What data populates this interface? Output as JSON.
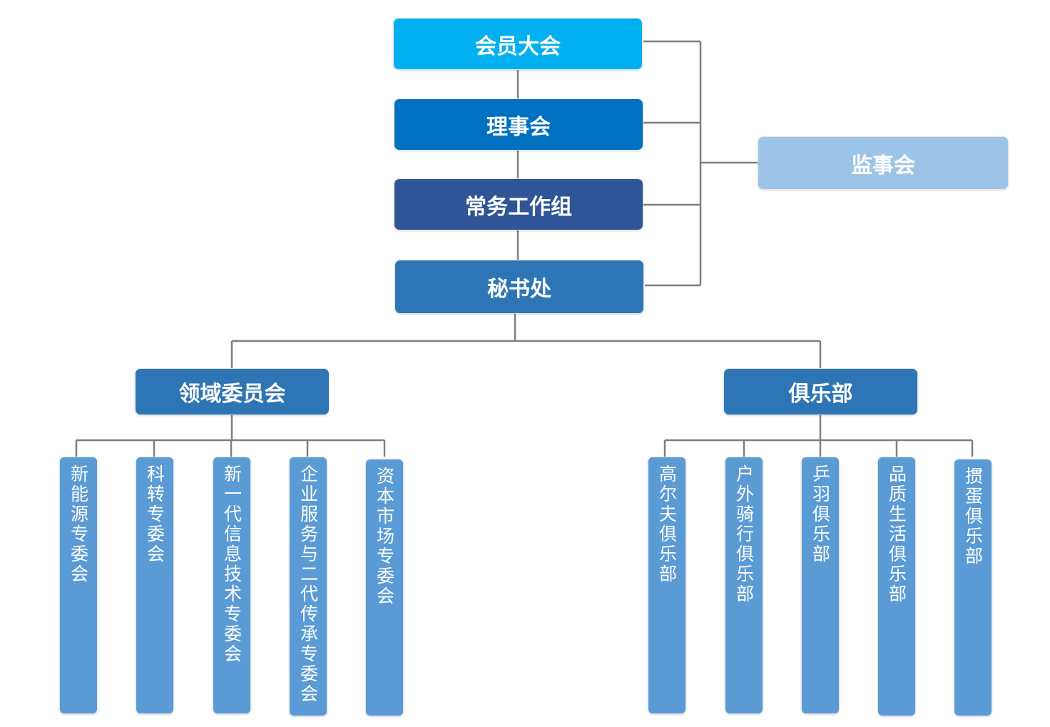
{
  "colors": {
    "assembly": "#00b0f0",
    "council": "#0070c0",
    "executive": "#2f5597",
    "secretariat": "#2e75b6",
    "supervisory": "#9dc3e6",
    "branch": "#2e75b6",
    "leaf": "#5b9bd5",
    "connector": "#7f7f7f"
  },
  "org": {
    "assembly": "会员大会",
    "council": "理事会",
    "executive": "常务工作组",
    "secretariat": "秘书处",
    "supervisory": "监事会"
  },
  "committees": {
    "title": "领域委员会",
    "items": [
      "新能源专委会",
      "科转专委会",
      "新一代信息技术专委会",
      "企业服务与二代传承专委会",
      "资本市场专委会"
    ]
  },
  "clubs": {
    "title": "俱乐部",
    "items": [
      "高尔夫俱乐部",
      "户外骑行俱乐部",
      "乒羽俱乐部",
      "品质生活俱乐部",
      "掼蛋俱乐部"
    ]
  }
}
